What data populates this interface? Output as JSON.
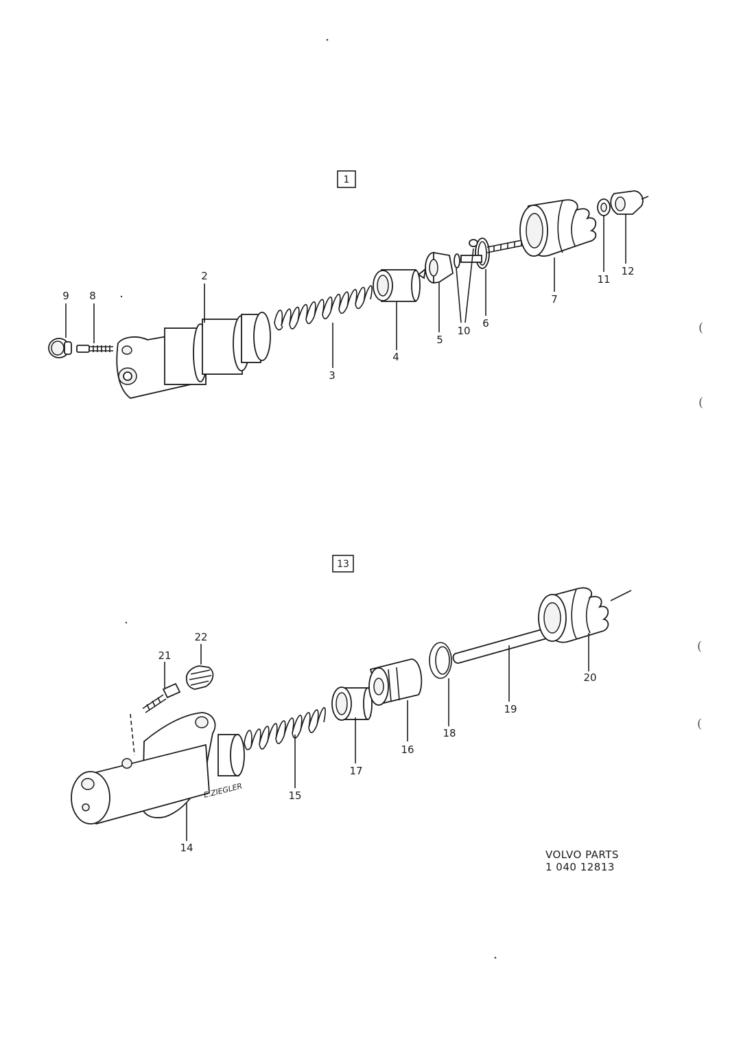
{
  "assemblies": [
    {
      "id": "assembly-1",
      "box_label": "1"
    },
    {
      "id": "assembly-13",
      "box_label": "13"
    }
  ],
  "callouts_top": [
    "9",
    "8",
    "2",
    "3",
    "4",
    "5",
    "10",
    "6",
    "7",
    "11",
    "12"
  ],
  "callouts_bottom": [
    "22",
    "21",
    "14",
    "15",
    "17",
    "16",
    "18",
    "19",
    "20"
  ],
  "signature": "E.ZIEGLER",
  "footer": {
    "line1": "VOLVO PARTS",
    "line2": "1 040 12813"
  },
  "margin_marks": [
    "(",
    "(",
    "(",
    "("
  ]
}
